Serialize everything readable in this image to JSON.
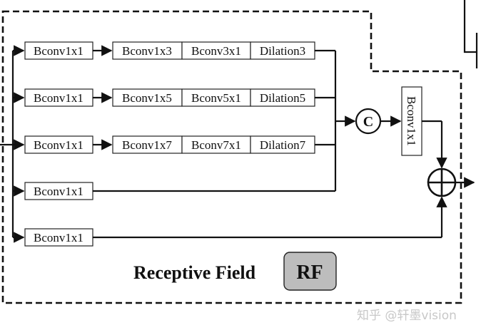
{
  "branches": [
    {
      "convs": [
        "Bconv1x1",
        "Bconv1x3",
        "Bconv3x1",
        "Dilation3"
      ]
    },
    {
      "convs": [
        "Bconv1x1",
        "Bconv1x5",
        "Bconv5x1",
        "Dilation5"
      ]
    },
    {
      "convs": [
        "Bconv1x1",
        "Bconv1x7",
        "Bconv7x1",
        "Dilation7"
      ]
    },
    {
      "convs": [
        "Bconv1x1"
      ]
    },
    {
      "convs": [
        "Bconv1x1"
      ]
    }
  ],
  "concat_label": "C",
  "fuse_conv_label": "Bconv1x1",
  "module_title": "Receptive Field",
  "module_badge": "RF",
  "watermark": "知乎 @轩墨vision",
  "colors": {
    "badge_fill": "#bdbdbd",
    "line": "#111111"
  }
}
